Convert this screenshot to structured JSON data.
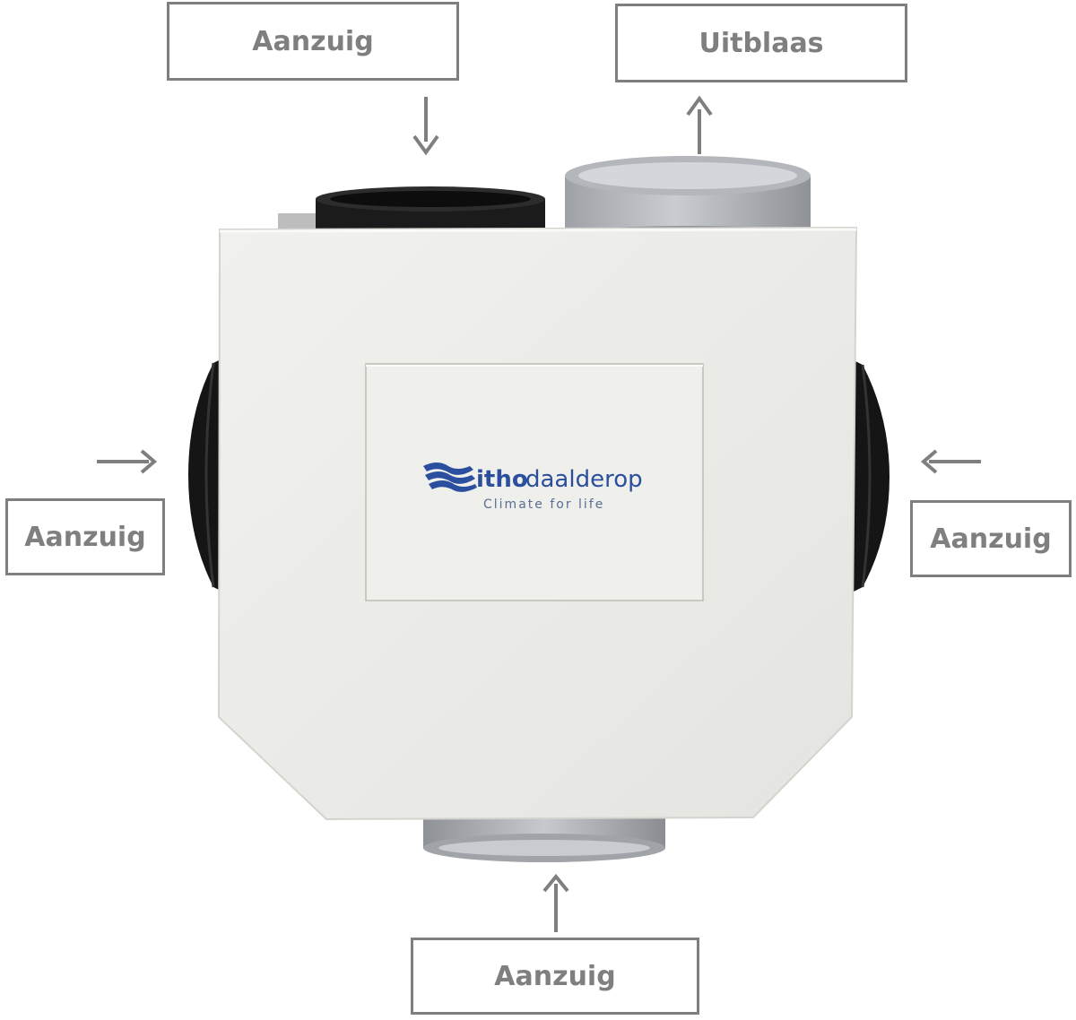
{
  "labels": {
    "top_left": "Aanzuig",
    "top_right": "Uitblaas",
    "left": "Aanzuig",
    "right": "Aanzuig",
    "bottom": "Aanzuig"
  },
  "brand": {
    "name_part1": "itho",
    "name_part2": "daalderop",
    "tagline": "Climate for life"
  },
  "colors": {
    "label_gray": "#7f7f7f",
    "unit_body": "#ebebe7",
    "brand_blue": "#2b4f9e"
  }
}
